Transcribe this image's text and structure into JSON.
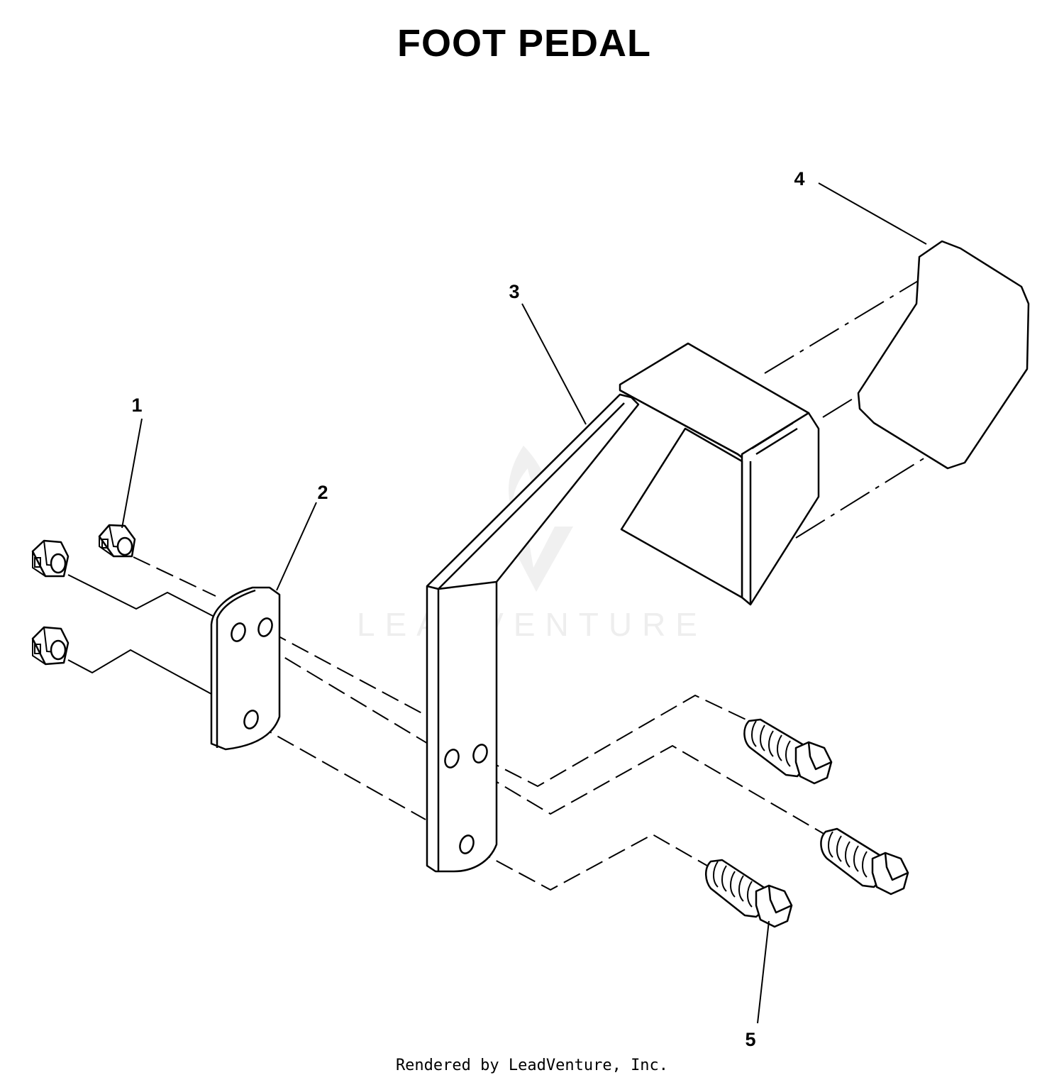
{
  "title": "FOOT PEDAL",
  "callouts": [
    {
      "id": "1",
      "label": "1"
    },
    {
      "id": "2",
      "label": "2"
    },
    {
      "id": "3",
      "label": "3"
    },
    {
      "id": "4",
      "label": "4"
    },
    {
      "id": "5",
      "label": "5"
    }
  ],
  "watermark": "LEADVENTURE",
  "footer": "Rendered by LeadVenture, Inc."
}
